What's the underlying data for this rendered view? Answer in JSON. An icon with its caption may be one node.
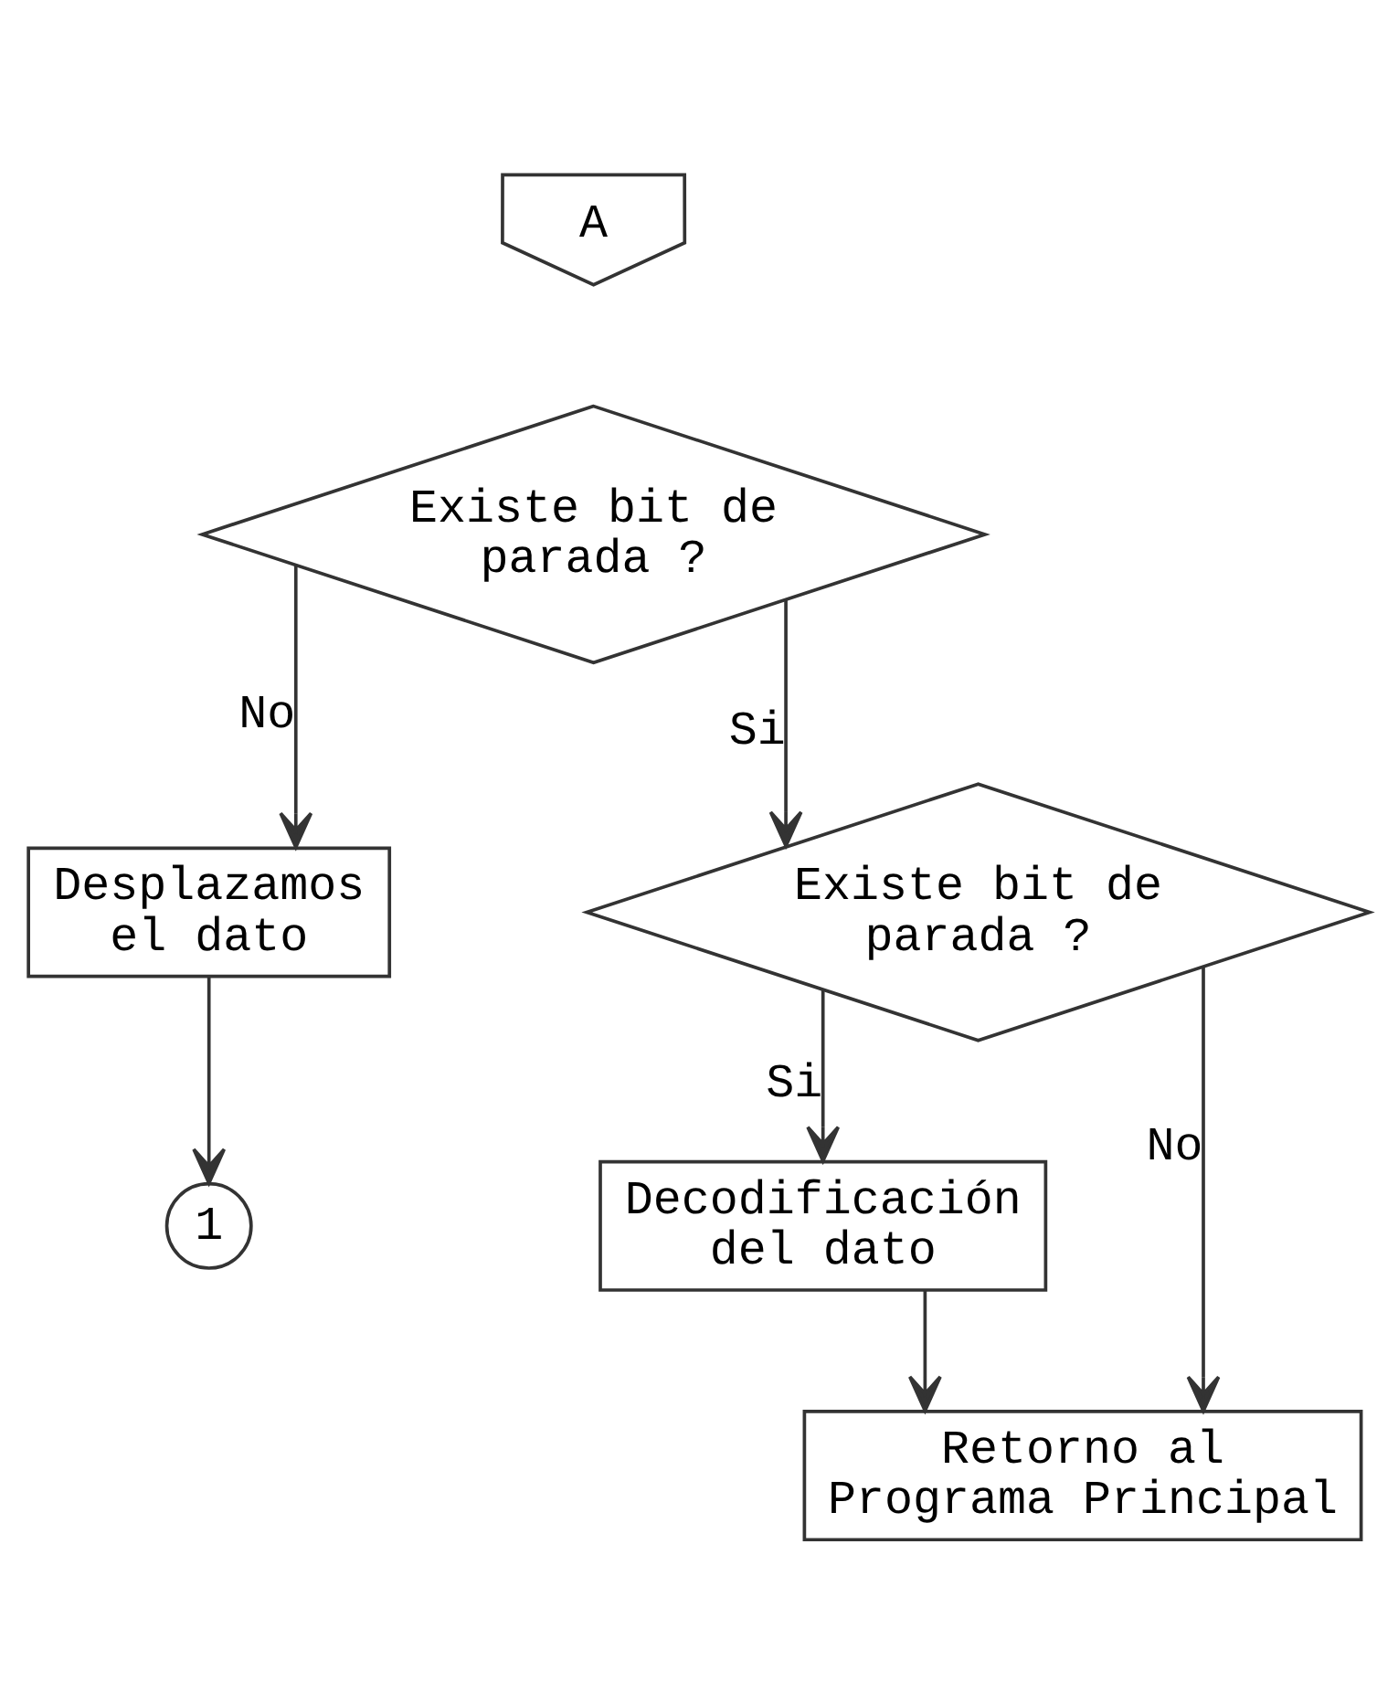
{
  "diagram": {
    "nodes": [
      {
        "text": [
          "A"
        ]
      },
      {
        "text": [
          "Existe bit de parada ?"
        ]
      },
      {
        "text": [
          "Desplazamos el dato"
        ]
      },
      {
        "text": [
          "1"
        ]
      },
      {
        "text": [
          "Existe bit de parada ?"
        ]
      },
      {
        "text": [
          "Decodificación del dato"
        ]
      },
      {
        "text": [
          "Retorno al Programa Principal"
        ]
      }
    ],
    "edges": [
      {
        "from": 1,
        "to": 2,
        "arrow": "to",
        "label": "No"
      },
      {
        "from": 1,
        "to": 4,
        "arrow": "to",
        "label": "Si"
      },
      {
        "from": 2,
        "to": 3,
        "arrow": "to"
      },
      {
        "from": 4,
        "to": 5,
        "arrow": "to",
        "label": "Si"
      },
      {
        "from": 4,
        "to": 6,
        "arrow": "to",
        "label": "No"
      },
      {
        "from": 5,
        "to": 6,
        "arrow": "to"
      }
    ]
  }
}
